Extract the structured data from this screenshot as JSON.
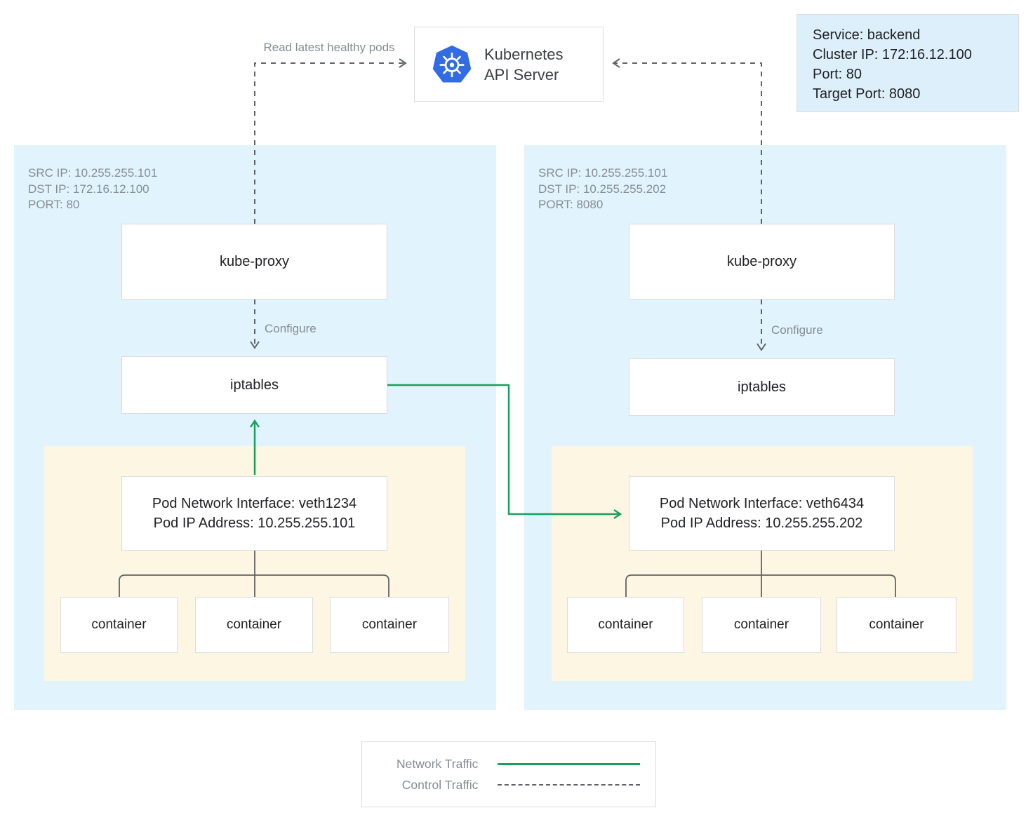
{
  "palette": {
    "node_bg": "#e1f3fc",
    "pod_bg": "#fcf6e3",
    "box_border": "#dadce0",
    "network_green": "#18a05b",
    "control_gray": "#5f6368",
    "text_dark": "#202124",
    "text_gray": "#868d93",
    "k8s_blue": "#326ce5"
  },
  "api_server": {
    "line1": "Kubernetes",
    "line2": "API Server",
    "icon": "kubernetes-logo"
  },
  "service_info": {
    "service": "Service: backend",
    "cluster_ip": "Cluster IP: 172:16.12.100",
    "port": "Port: 80",
    "target_port": "Target Port: 8080"
  },
  "labels": {
    "read_latest": "Read latest healthy pods",
    "configure_left": "Configure",
    "configure_right": "Configure"
  },
  "node_left": {
    "src_ip": "SRC IP: 10.255.255.101",
    "dst_ip": "DST IP: 172.16.12.100",
    "port": "PORT: 80",
    "kube_proxy": "kube-proxy",
    "iptables": "iptables",
    "pod_interface_line1": "Pod Network Interface: veth1234",
    "pod_interface_line2": "Pod IP Address: 10.255.255.101",
    "containers": [
      "container",
      "container",
      "container"
    ]
  },
  "node_right": {
    "src_ip": "SRC IP: 10.255.255.101",
    "dst_ip": "DST IP: 10.255.255.202",
    "port": "PORT: 8080",
    "kube_proxy": "kube-proxy",
    "iptables": "iptables",
    "pod_interface_line1": "Pod Network Interface: veth6434",
    "pod_interface_line2": "Pod IP Address: 10.255.255.202",
    "containers": [
      "container",
      "container",
      "container"
    ]
  },
  "legend": {
    "network": "Network Traffic",
    "control": "Control Traffic"
  }
}
